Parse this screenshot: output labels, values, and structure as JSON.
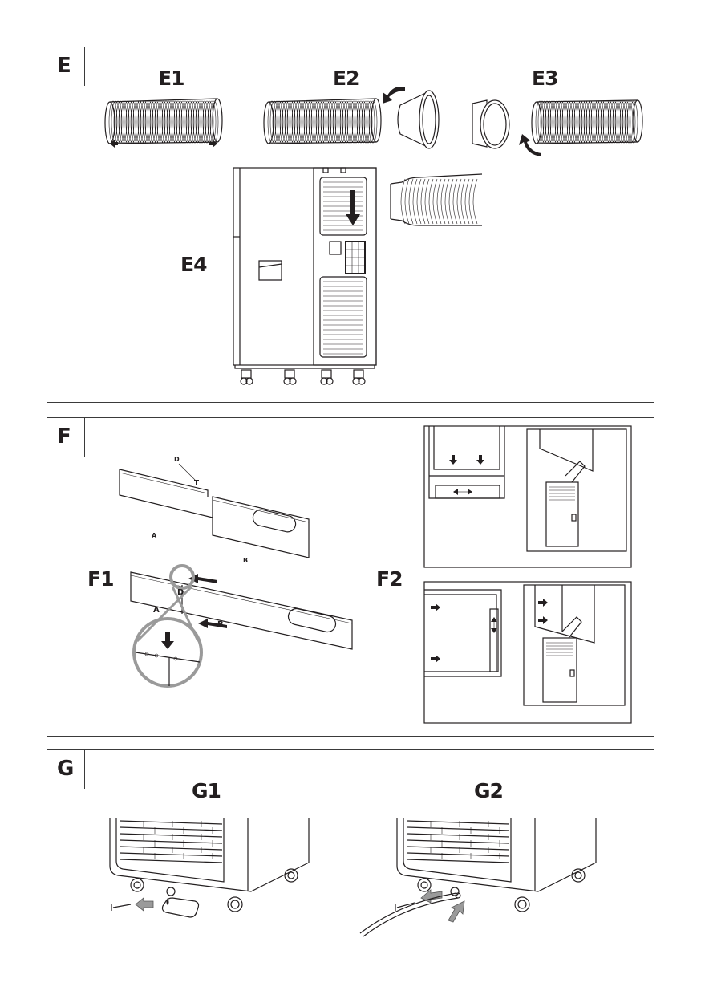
{
  "sections": {
    "E": {
      "letter": "E",
      "steps": {
        "e1": "E1",
        "e2": "E2",
        "e3": "E3",
        "e4": "E4"
      }
    },
    "F": {
      "letter": "F",
      "steps": {
        "f1": "F1",
        "f2": "F2"
      },
      "parts": {
        "a": "A",
        "b": "B",
        "d": "D"
      }
    },
    "G": {
      "letter": "G",
      "steps": {
        "g1": "G1",
        "g2": "G2"
      }
    }
  },
  "colors": {
    "line": "#231f20",
    "magnifier": "#9a9a9a",
    "frame": "#3a3a3a"
  }
}
